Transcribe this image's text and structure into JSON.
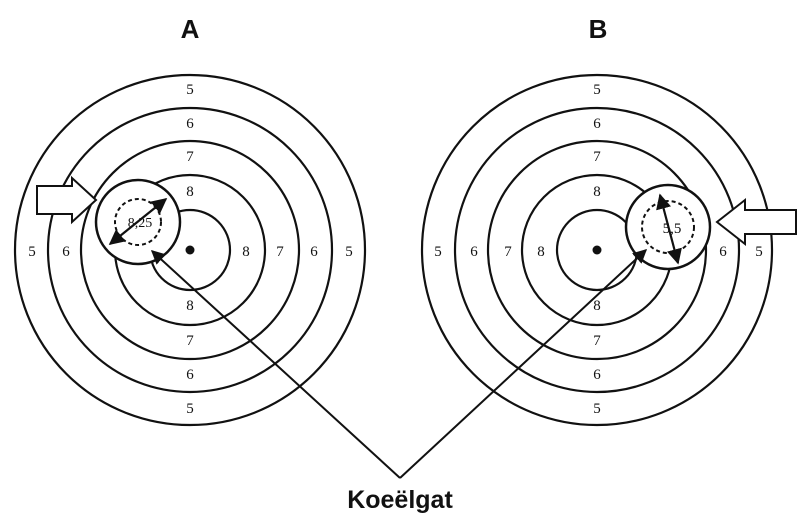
{
  "diagram": {
    "caption": "Koeëlgat",
    "colors": {
      "ink": "#111111",
      "paper": "#ffffff"
    },
    "targets": [
      {
        "id": "A",
        "title": "A",
        "ring_labels": {
          "top": [
            "5",
            "6",
            "7",
            "8"
          ],
          "bottom": [
            "8",
            "7",
            "6",
            "5"
          ],
          "left": [
            "5",
            "6"
          ],
          "right": [
            "8",
            "7",
            "6",
            "5"
          ]
        },
        "hole_value": "8,25",
        "arrow_side": "left"
      },
      {
        "id": "B",
        "title": "B",
        "ring_labels": {
          "top": [
            "5",
            "6",
            "7",
            "8"
          ],
          "bottom": [
            "8",
            "7",
            "6",
            "5"
          ],
          "left": [
            "5",
            "6",
            "7",
            "8"
          ],
          "right": [
            "6",
            "5"
          ]
        },
        "hole_value": "5,5",
        "arrow_side": "right"
      }
    ]
  }
}
